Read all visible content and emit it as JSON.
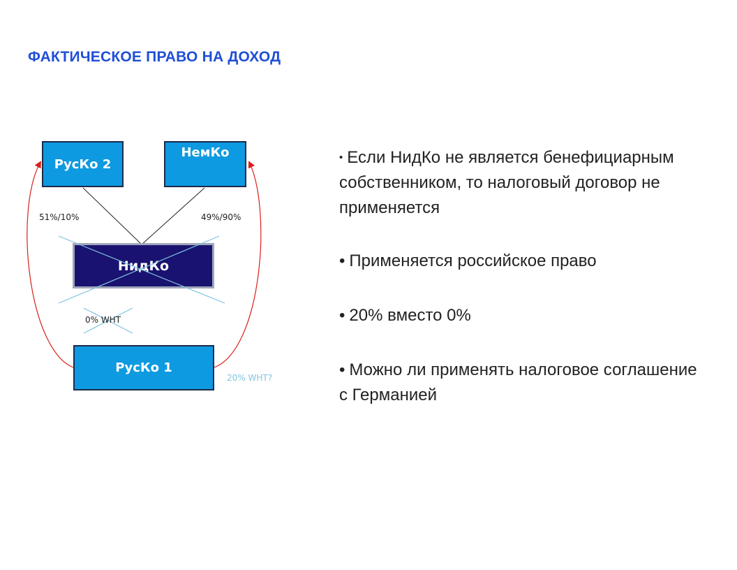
{
  "title": "ФАКТИЧЕСКОЕ ПРАВО НА ДОХОД",
  "diagram": {
    "boxes": {
      "rusco2": "РусКо 2",
      "nemco": "НемКо",
      "nidco": "НидКо",
      "rusco1": "РусКо 1"
    },
    "labels": {
      "share_rusco2": "51%/10%",
      "share_nemco": "49%/90%",
      "wht_zero": "0% WHT",
      "wht_question": "20% WHT?"
    },
    "colors": {
      "light_box": "#0e9ae0",
      "dark_box": "#1a1270",
      "arrow": "#d9201c",
      "cross": "#7fc4e0"
    }
  },
  "bullets": [
    "Если НидКо не является бенефициарным собственником, то налоговый договор не применяется",
    "Применяется российское право",
    "20% вместо 0%",
    "Можно ли применять налоговое соглашение с Германией"
  ],
  "bullet_symbol": "•",
  "colors": {
    "title": "#1f4fd6"
  }
}
